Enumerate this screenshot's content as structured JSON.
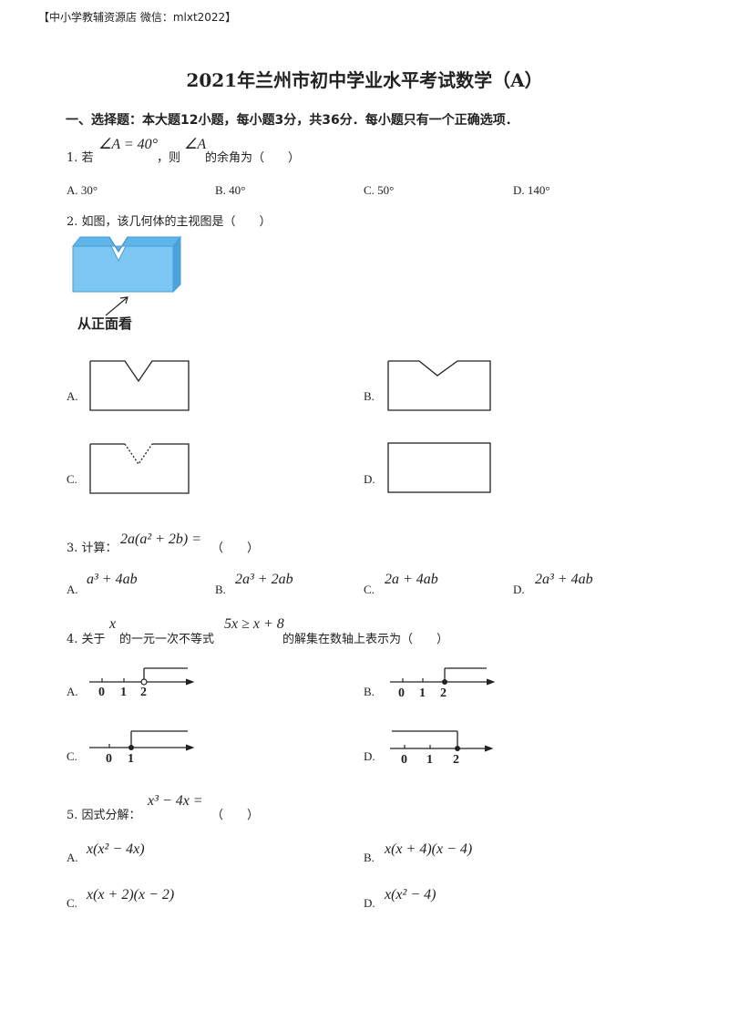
{
  "header_note": "【中小学教辅资源店 微信：mlxt2022】",
  "title": "2021年兰州市初中学业水平考试数学（A）",
  "section": "一、选择题：本大题12小题，每小题3分，共36分．每小题只有一个正确选项．",
  "q1": {
    "num": "1. 若",
    "expr1": "∠A = 40°",
    "mid": "，则",
    "expr2": "∠A",
    "tail": "的余角为（　　）",
    "options": [
      {
        "label": "A. 30°"
      },
      {
        "label": "B. 40°"
      },
      {
        "label": "C. 50°"
      },
      {
        "label": "D. 140°"
      }
    ]
  },
  "q2": {
    "text": "2. 如图，该几何体的主视图是（　　）",
    "figure_caption": "从正面看",
    "options": [
      {
        "letter": "A."
      },
      {
        "letter": "B."
      },
      {
        "letter": "C."
      },
      {
        "letter": "D."
      }
    ]
  },
  "q3": {
    "text": "3. 计算：",
    "expr": "2a(a² + 2b) =",
    "tail": "（　　）",
    "options": [
      {
        "letter": "A.",
        "expr": "a³ + 4ab"
      },
      {
        "letter": "B.",
        "expr": "2a³ + 2ab"
      },
      {
        "letter": "C.",
        "expr": "2a + 4ab"
      },
      {
        "letter": "D.",
        "expr": "2a³ + 4ab"
      }
    ]
  },
  "q4": {
    "prefix": "4. 关于",
    "var": "x",
    "mid": "的一元一次不等式",
    "expr": "5x ≥ x + 8",
    "tail": "的解集在数轴上表示为（　　）",
    "options": [
      {
        "letter": "A.",
        "ticks": [
          "0",
          "1",
          "2"
        ]
      },
      {
        "letter": "B.",
        "ticks": [
          "0",
          "1",
          "2"
        ]
      },
      {
        "letter": "C.",
        "ticks": [
          "0",
          "1"
        ]
      },
      {
        "letter": "D.",
        "ticks": [
          "0",
          "1",
          "2"
        ]
      }
    ]
  },
  "q5": {
    "text": "5. 因式分解：",
    "expr": "x³ − 4x =",
    "tail": "（　　）",
    "options": [
      {
        "letter": "A.",
        "expr": "x(x² − 4x)"
      },
      {
        "letter": "B.",
        "expr": "x(x + 4)(x − 4)"
      },
      {
        "letter": "C.",
        "expr": "x(x + 2)(x − 2)"
      },
      {
        "letter": "D.",
        "expr": "x(x² − 4)"
      }
    ]
  },
  "colors": {
    "solid_top": "#5fb4ea",
    "solid_front": "#7cc6f2",
    "solid_side": "#4aa3dc",
    "ink": "#222222"
  }
}
